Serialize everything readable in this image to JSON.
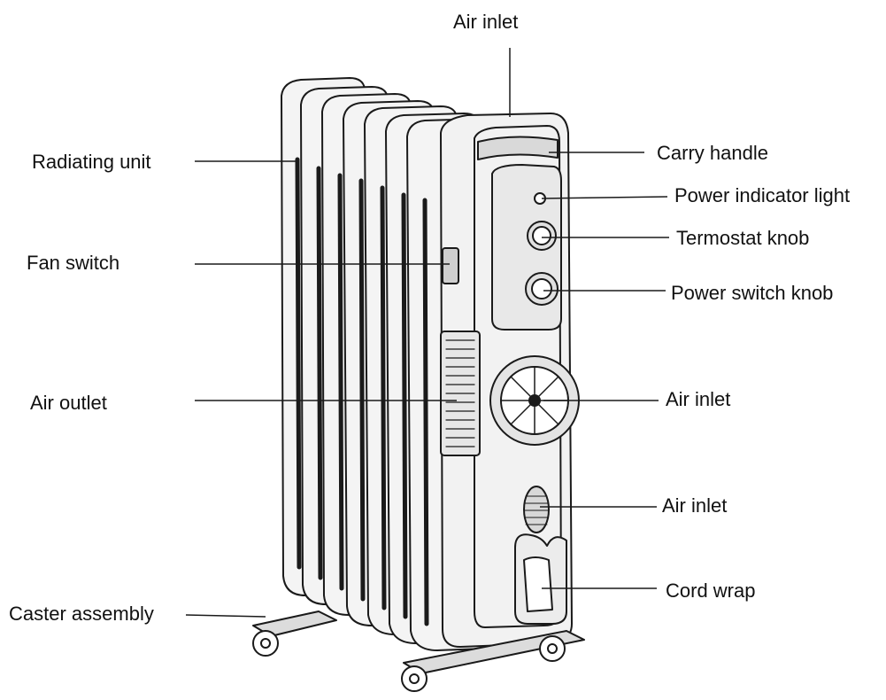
{
  "labels": {
    "air_inlet_top": "Air inlet",
    "radiating_unit": "Radiating unit",
    "carry_handle": "Carry handle",
    "power_indicator_light": "Power indicator light",
    "termostat_knob": "Termostat knob",
    "fan_switch": "Fan switch",
    "power_switch_knob": "Power switch knob",
    "air_outlet": "Air outlet",
    "air_inlet_fan": "Air inlet",
    "air_inlet_lower": "Air inlet",
    "cord_wrap": "Cord wrap",
    "caster_assembly": "Caster assembly"
  },
  "colors": {
    "line": "#1a1a1a",
    "body_fill": "#f2f2f2",
    "shade": "#cfcfcf",
    "text": "#111111"
  }
}
